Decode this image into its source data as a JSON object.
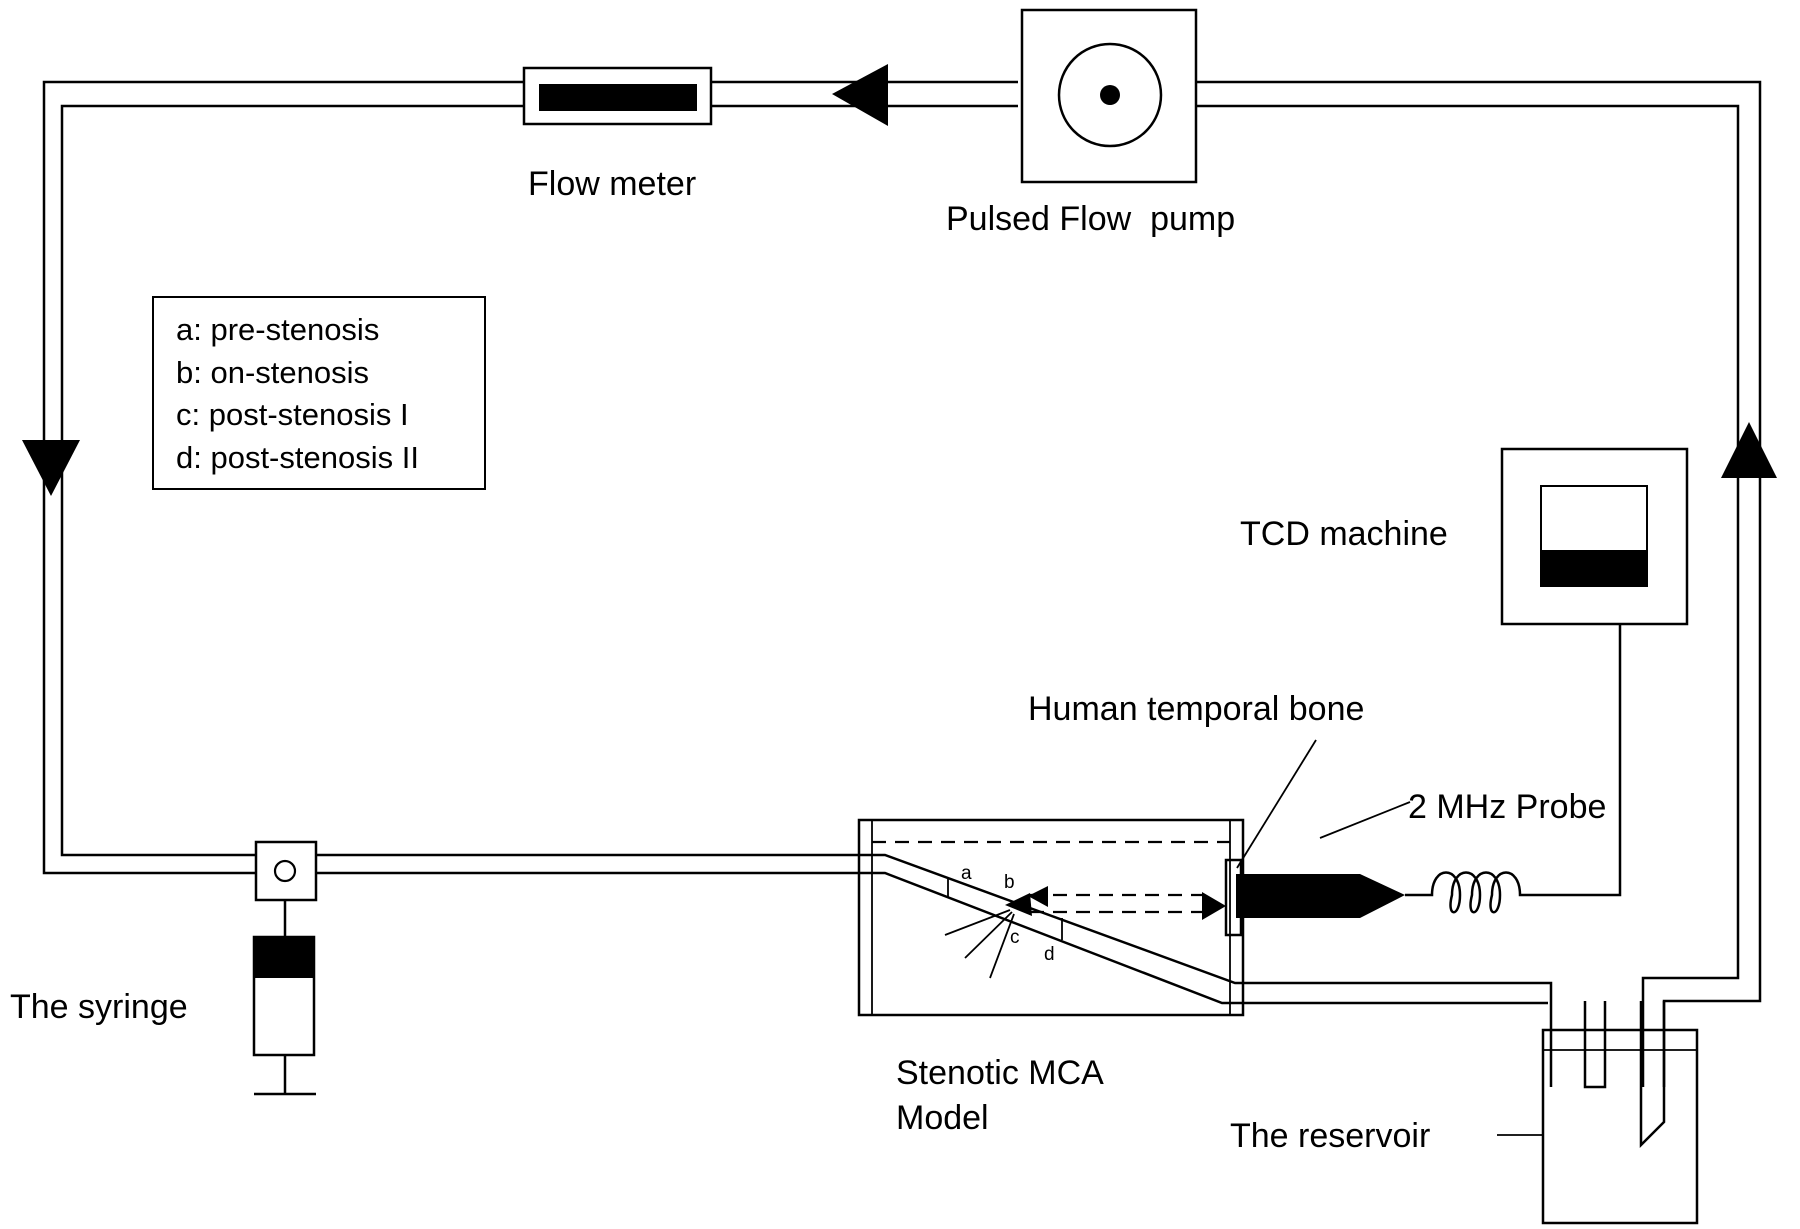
{
  "labels": {
    "flow_meter": "Flow meter",
    "pump": "Pulsed Flow  pump",
    "tcd": "TCD machine",
    "temporal_bone": "Human temporal bone",
    "probe": "2 MHz Probe",
    "syringe": "The syringe",
    "model_line1": "Stenotic MCA",
    "model_line2": "Model",
    "reservoir": "The reservoir"
  },
  "legend": {
    "items": [
      "a: pre-stenosis",
      "b: on-stenosis",
      "c: post-stenosis I",
      "d: post-stenosis II"
    ]
  },
  "markers": {
    "a": "a",
    "b": "b",
    "c": "c",
    "d": "d"
  }
}
